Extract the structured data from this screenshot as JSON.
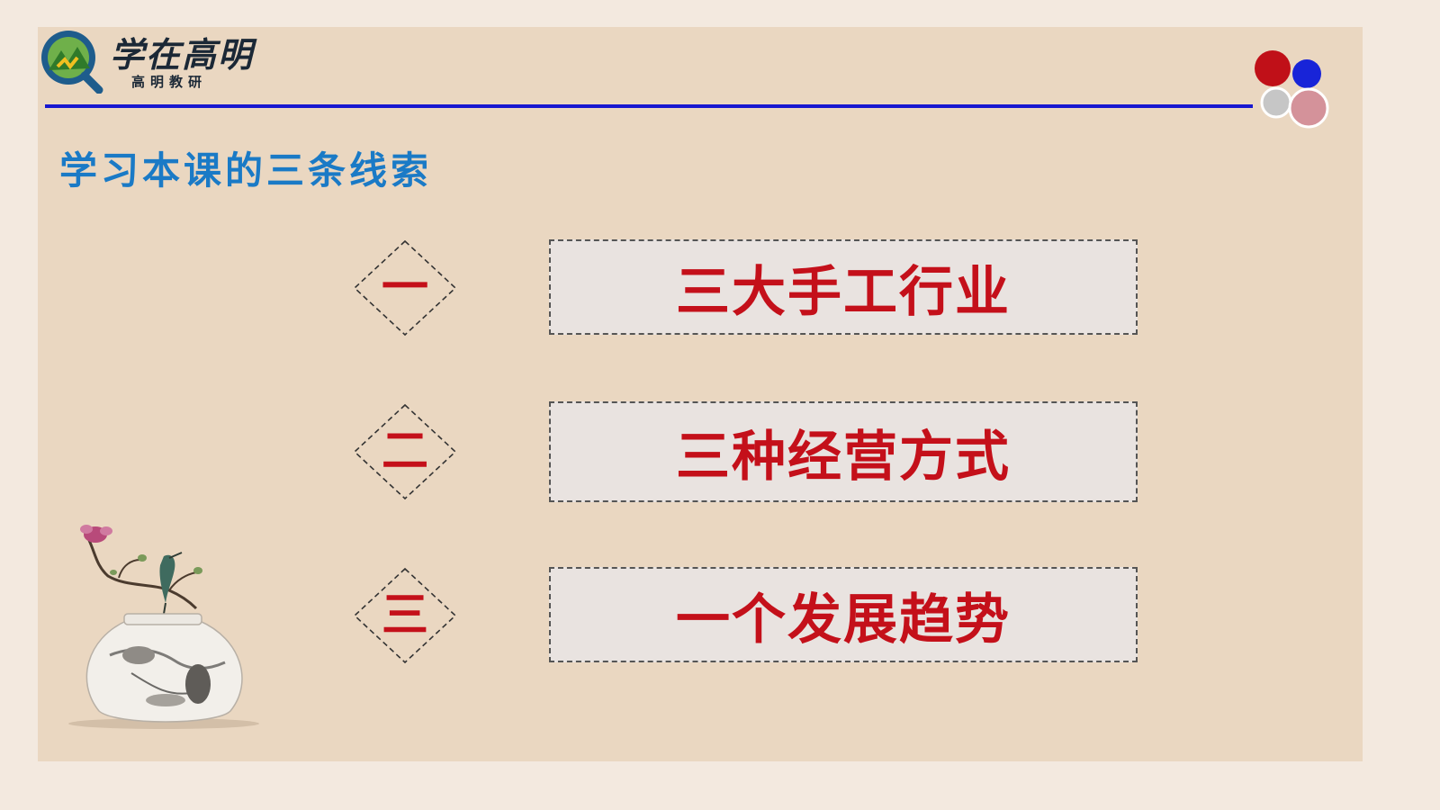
{
  "logo": {
    "title": "学在高明",
    "subtitle": "高明教研"
  },
  "colors": {
    "header_rule": "#1717d0",
    "title": "#1a7ac6",
    "accent_red": "#c4101a",
    "background": "#ead7c1"
  },
  "page_title": "学习本课的三条线索",
  "threads": [
    {
      "number": "一",
      "label": "三大手工行业"
    },
    {
      "number": "二",
      "label": "三种经营方式"
    },
    {
      "number": "三",
      "label": "一个发展趋势"
    }
  ],
  "icons": {
    "logo": "magnifier-mountain-logo-icon",
    "corner": "four-circles-icon",
    "illustration": "vase-flower-bird-icon"
  }
}
